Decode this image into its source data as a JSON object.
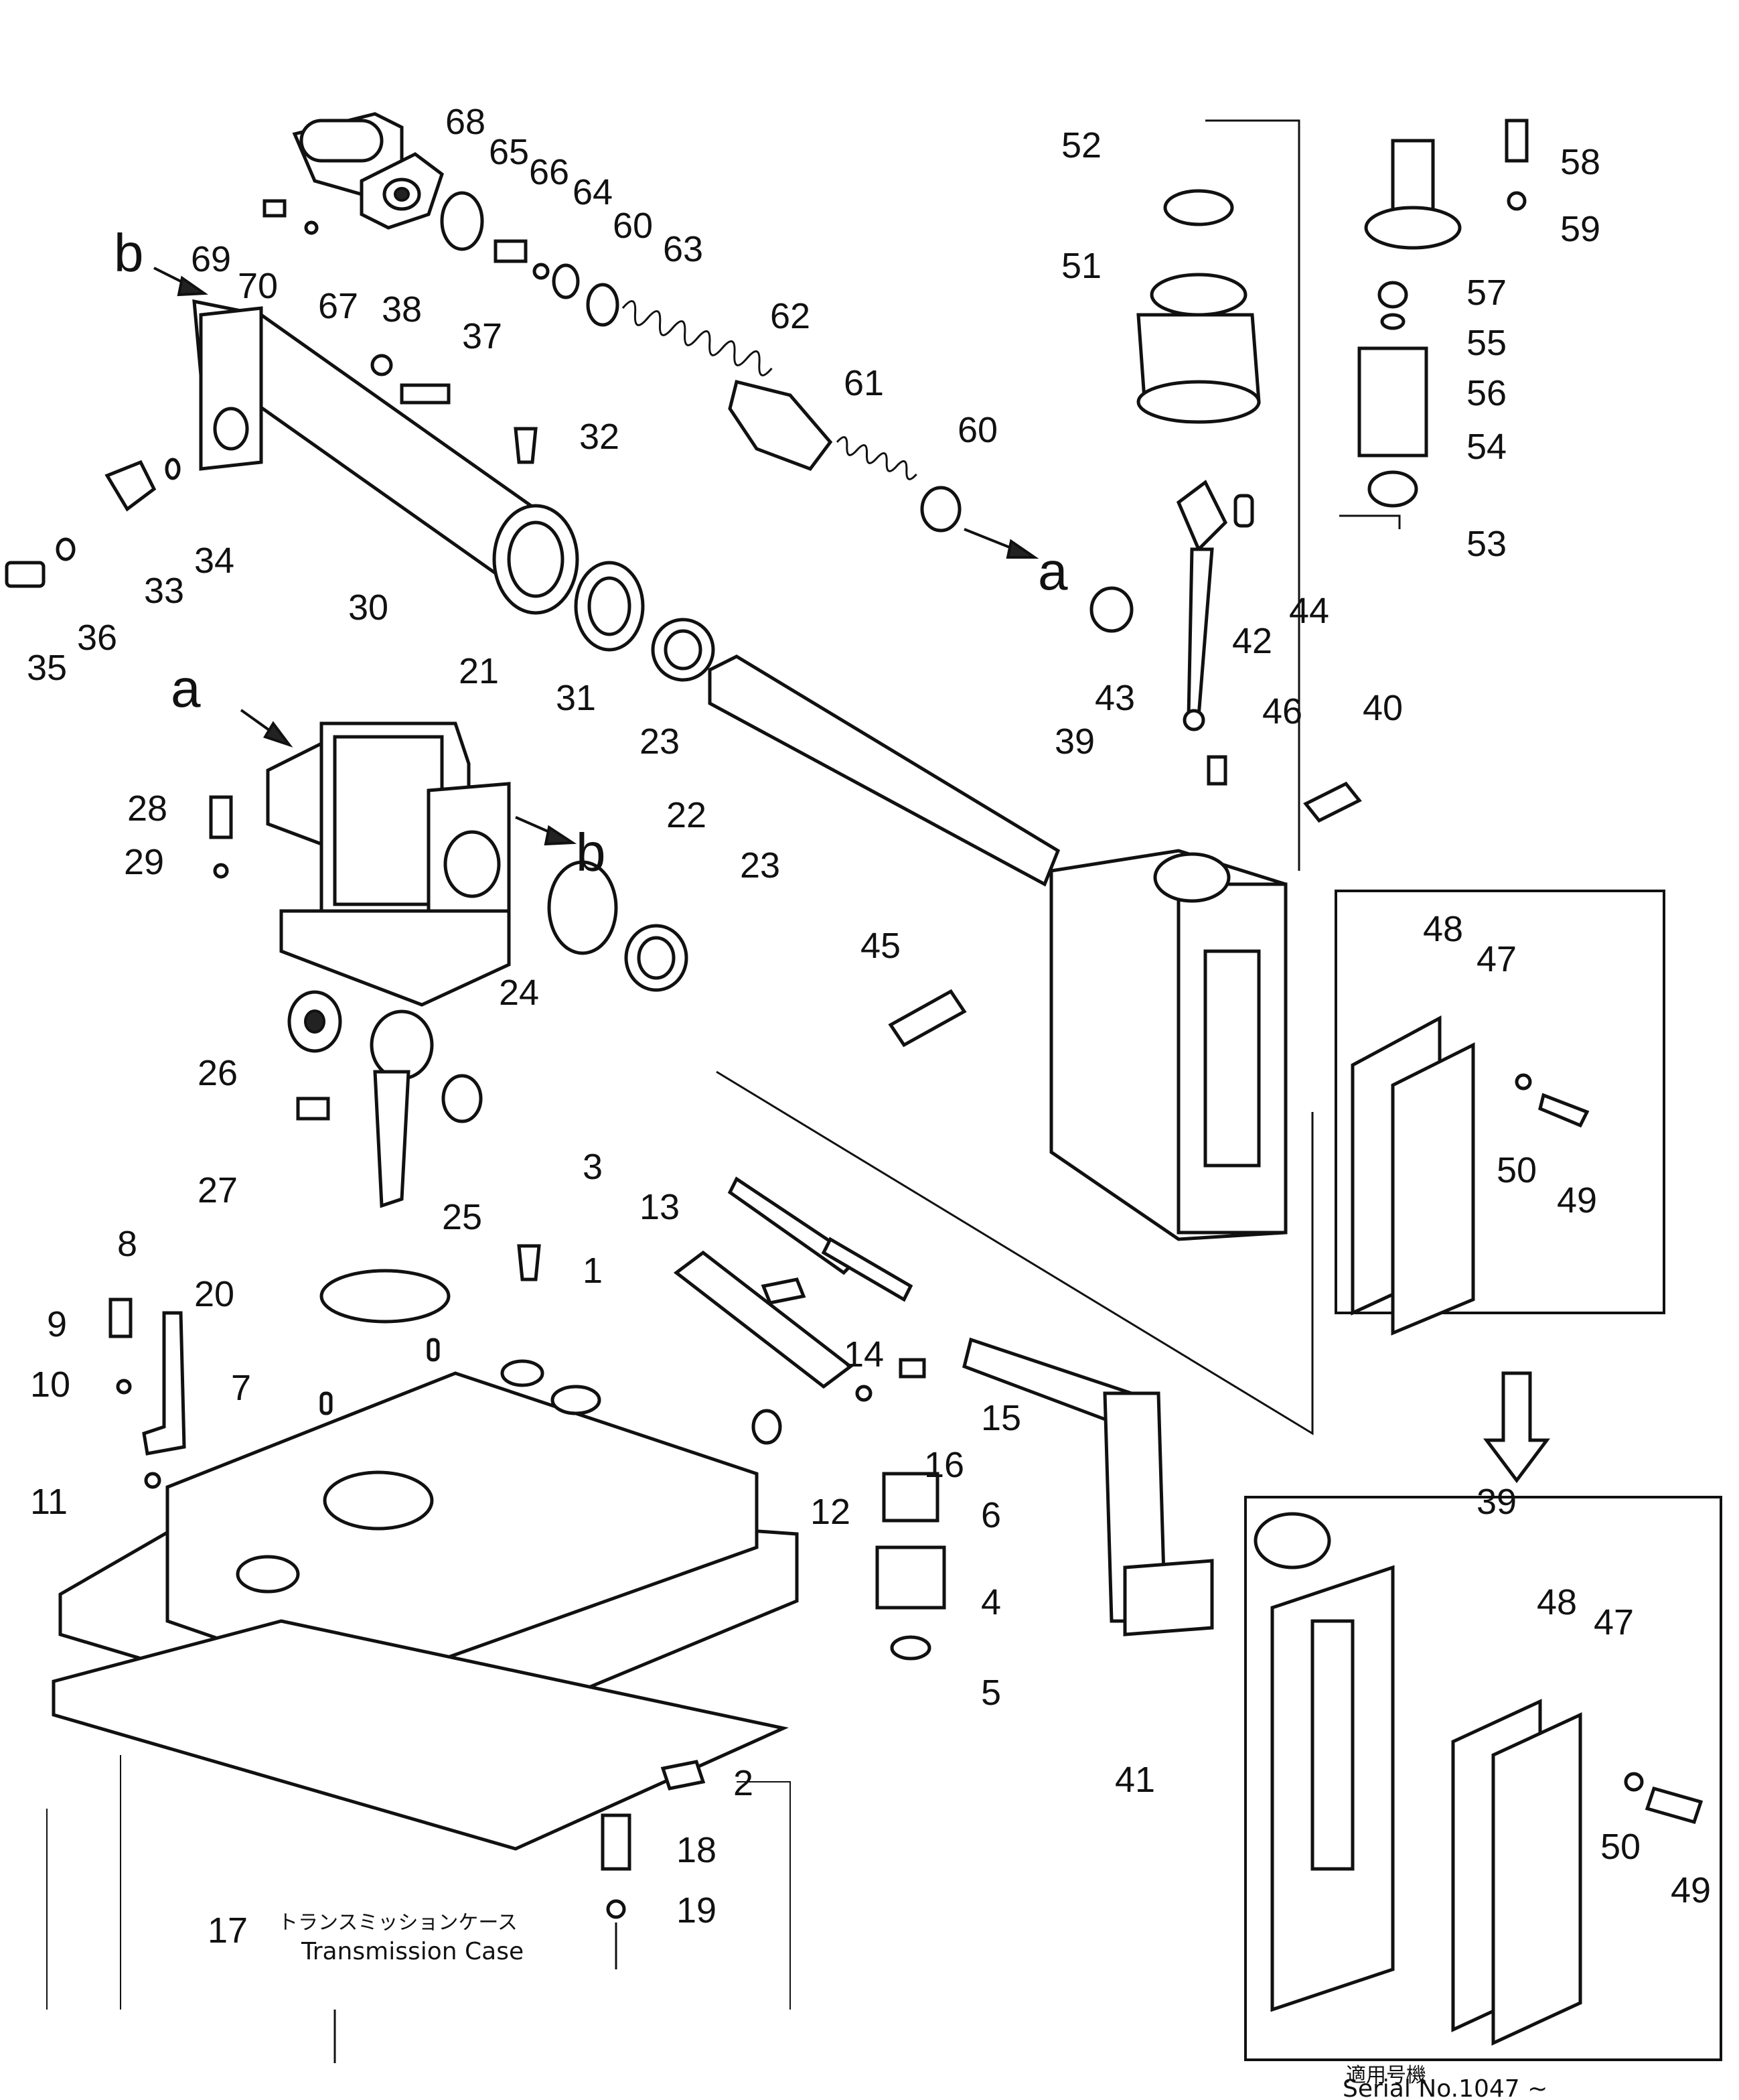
{
  "diagram": {
    "callouts": [
      "1",
      "2",
      "3",
      "4",
      "5",
      "6",
      "7",
      "8",
      "9",
      "10",
      "11",
      "12",
      "13",
      "14",
      "15",
      "16",
      "17",
      "18",
      "19",
      "20",
      "21",
      "22",
      "23",
      "24",
      "25",
      "26",
      "27",
      "28",
      "29",
      "30",
      "31",
      "32",
      "33",
      "34",
      "35",
      "36",
      "37",
      "38",
      "39",
      "40",
      "41",
      "42",
      "43",
      "44",
      "45",
      "46",
      "47",
      "48",
      "49",
      "50",
      "51",
      "52",
      "53",
      "54",
      "55",
      "56",
      "57",
      "58",
      "59",
      "60",
      "61",
      "62",
      "63",
      "64",
      "65",
      "66",
      "67",
      "68",
      "69",
      "70"
    ],
    "view_markers": [
      "a",
      "b"
    ],
    "transmission_case_jp": "トランスミッションケース",
    "transmission_case_en": "Transmission Case",
    "serial_jp": "適用号機",
    "serial_en": "Serial No.1047 ~"
  }
}
